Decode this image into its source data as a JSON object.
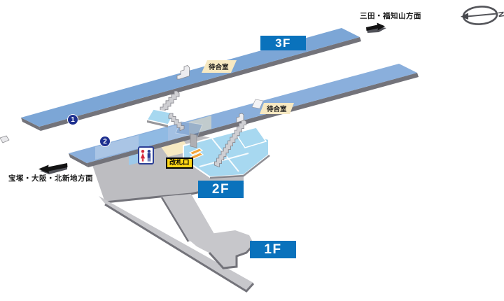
{
  "station_map": {
    "floors": [
      {
        "label": "3F"
      },
      {
        "label": "2F"
      },
      {
        "label": "1F"
      }
    ],
    "platforms": [
      {
        "number": "1"
      },
      {
        "number": "2"
      }
    ],
    "directions": {
      "up_line": "三田・福知山方面",
      "down_line": "宝塚・大阪・北新地方面"
    },
    "facilities": {
      "waiting_room_upper": "待合室",
      "waiting_room_lower": "待合室",
      "ticket_gate": "改札口"
    },
    "compass": {
      "north_label": "N"
    },
    "icons": {
      "restroom": "restroom-icon",
      "ticket_gate_machines": "ticket-gate-machines-icon",
      "compass": "compass-north-icon",
      "arrow_up_line": "arrow-northeast-icon",
      "arrow_down_line": "arrow-southwest-icon"
    },
    "colors": {
      "floor_banner_blue": "#0A72BC",
      "platform_blue": "#7CA6D6",
      "platform_blue_light": "#8AAFDC",
      "paid_area_blue": "#A7D8F0",
      "paid_area_cyan": "#BEE4F6",
      "concourse_gray": "#BDBDC1",
      "ramp_gray": "#C7C7CB",
      "edge_gray": "#73737A",
      "stair_gray": "#CFCFD3",
      "waiting_room_cream": "#F7E9C2",
      "ticket_gate_yellow": "#FFD616",
      "gate_machine_orange": "#F2A63C",
      "platform_number_navy": "#1D2F8F",
      "arrow_black": "#131313"
    }
  }
}
